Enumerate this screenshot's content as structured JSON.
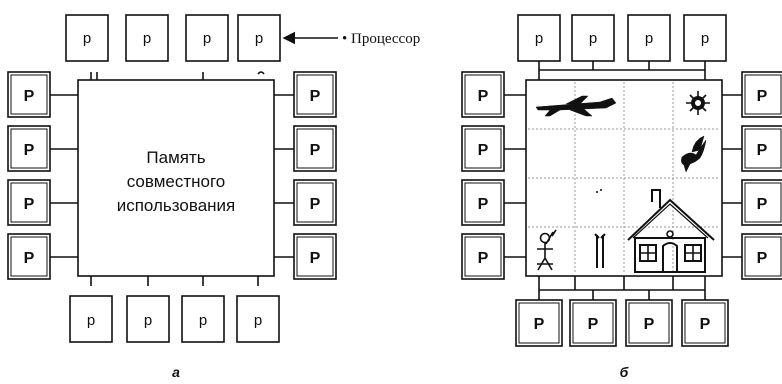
{
  "annotation": {
    "text": "• Процессор"
  },
  "diagram_a": {
    "caption": "а",
    "top_processor_labels": [
      "p",
      "p",
      "p",
      "p"
    ],
    "bottom_processor_labels": [
      "p",
      "p",
      "p",
      "p"
    ],
    "left_processor_labels": [
      "P",
      "P",
      "P",
      "P"
    ],
    "right_processor_labels": [
      "P",
      "P",
      "P",
      "P"
    ],
    "memory_lines": [
      "Память",
      "совместного",
      "использования"
    ]
  },
  "diagram_b": {
    "caption": "б",
    "top_processor_labels": [
      "p",
      "p",
      "p",
      "p"
    ],
    "bottom_processor_labels": [
      "P",
      "P",
      "P",
      "P"
    ],
    "left_processor_labels": [
      "P",
      "P",
      "P",
      "P"
    ],
    "right_processor_labels": [
      "P",
      "P",
      "P",
      "P"
    ],
    "grid_pictures": [
      "airplane-icon",
      "sun-icon",
      "bird-icon",
      "girl-icon",
      "tree-icon",
      "house-icon"
    ]
  }
}
